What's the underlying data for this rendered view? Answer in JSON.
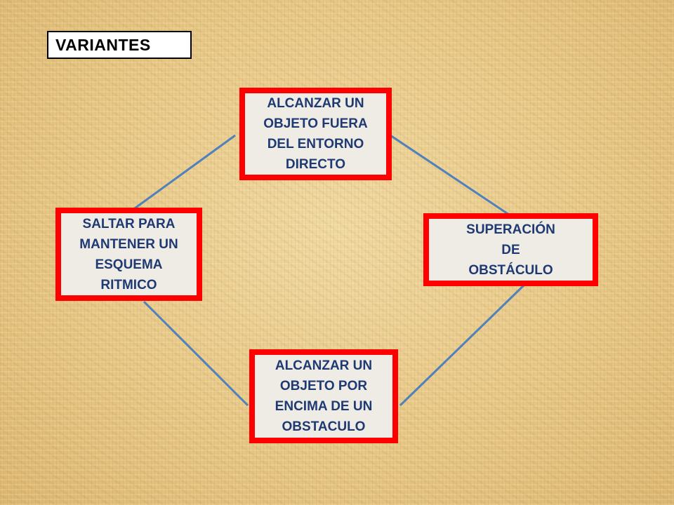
{
  "title": "VARIANTES",
  "colors": {
    "node_border": "#ff0000",
    "node_text": "#1f3a73",
    "connector": "#4f81bd",
    "node_fill": "#efece6"
  },
  "nodes": {
    "top": "ALCANZAR UN\nOBJETO FUERA\nDEL ENTORNO\nDIRECTO",
    "left": "SALTAR PARA\nMANTENER UN\nESQUEMA\nRITMICO",
    "right": "SUPERACIÓN\nDE\nOBSTÁCULO",
    "bottom": "ALCANZAR UN\nOBJETO POR\nENCIMA DE UN\nOBSTACULO"
  }
}
